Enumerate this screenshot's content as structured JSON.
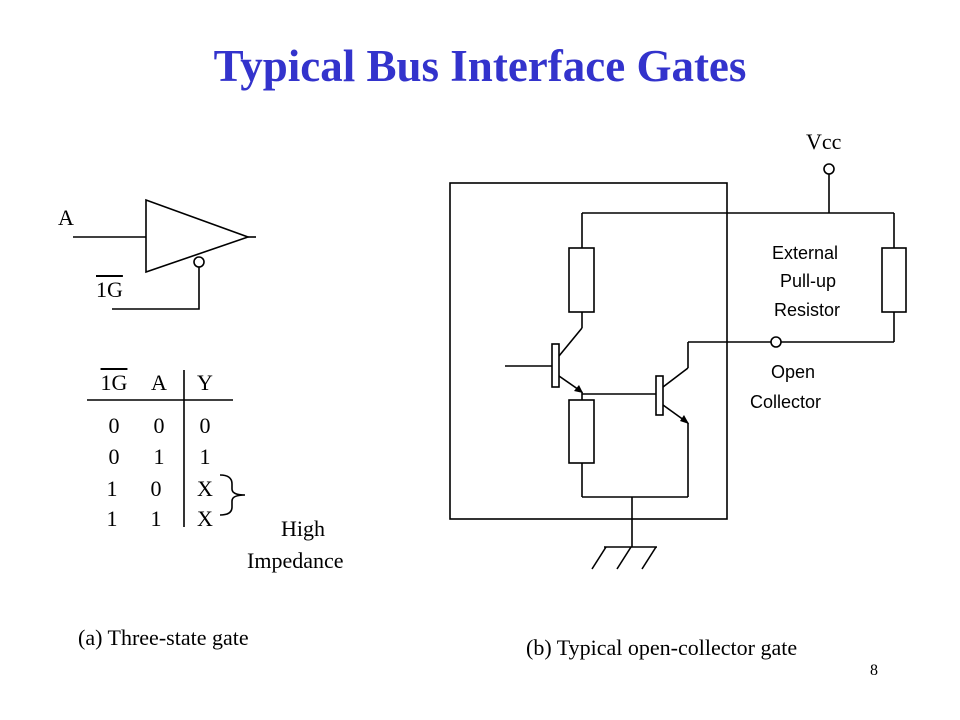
{
  "slide": {
    "title": "Typical Bus Interface Gates",
    "page_number": "8"
  },
  "three_state": {
    "input_label": "A",
    "enable_label": "1G",
    "table_headers": [
      "1G",
      "A",
      "Y"
    ],
    "table_rows": [
      [
        "0",
        "0",
        "0"
      ],
      [
        "0",
        "1",
        "1"
      ],
      [
        "1",
        "0",
        "X"
      ],
      [
        "1",
        "1",
        "X"
      ]
    ],
    "brace_label_line1": "High",
    "brace_label_line2": "Impedance",
    "caption": "(a) Three-state gate"
  },
  "open_collector": {
    "vcc_label": "Vcc",
    "resistor_label_line1": "External",
    "resistor_label_line2": "Pull-up",
    "resistor_label_line3": "Resistor",
    "output_label_line1": "Open",
    "output_label_line2": "Collector",
    "caption": "(b) Typical open-collector gate"
  },
  "colors": {
    "title": "#3333cc",
    "ink": "#000000"
  }
}
